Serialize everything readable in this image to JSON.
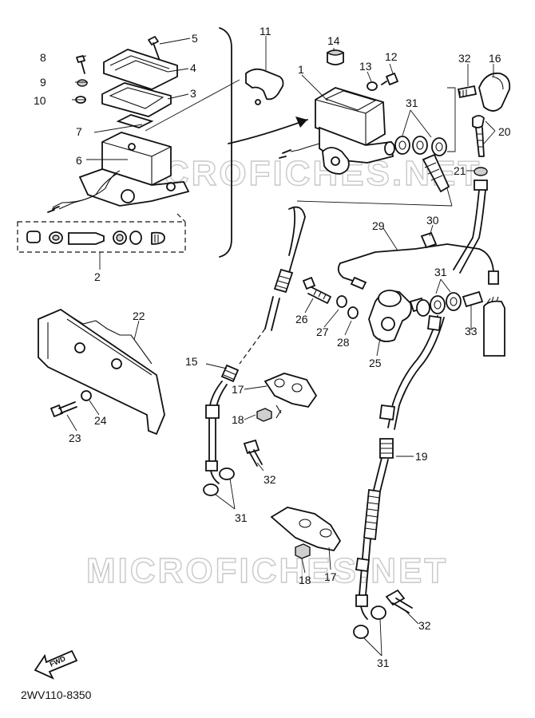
{
  "diagram": {
    "watermark_top": "MICROFICHES.NET",
    "watermark_bottom": "MICROFICHES.NET",
    "drawing_code": "2WV110-8350",
    "fwd_label": "FWD"
  },
  "callouts": [
    "1",
    "2",
    "3",
    "4",
    "5",
    "6",
    "7",
    "8",
    "9",
    "10",
    "11",
    "12",
    "13",
    "14",
    "15",
    "16",
    "17",
    "17",
    "18",
    "18",
    "19",
    "20",
    "21",
    "22",
    "23",
    "24",
    "25",
    "26",
    "27",
    "28",
    "29",
    "30",
    "31",
    "31",
    "31",
    "31",
    "32",
    "32",
    "32",
    "33"
  ]
}
